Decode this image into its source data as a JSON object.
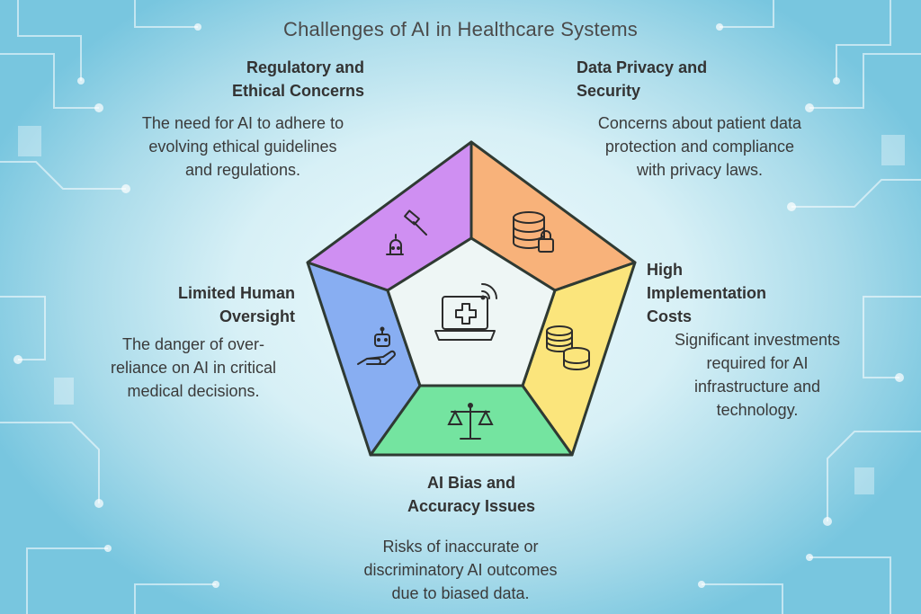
{
  "title": "Challenges of AI in Healthcare Systems",
  "segments": [
    {
      "id": "regulatory",
      "heading": [
        "Regulatory and",
        "Ethical Concerns"
      ],
      "description": [
        "The need for AI to adhere to",
        "evolving ethical guidelines",
        "and regulations."
      ],
      "color": "#cf8ff2",
      "icon": "gavel-robot-icon"
    },
    {
      "id": "privacy",
      "heading": [
        "Data Privacy and",
        "Security"
      ],
      "description": [
        "Concerns about patient data",
        "protection and compliance",
        "with privacy laws."
      ],
      "color": "#f8b27a",
      "icon": "database-lock-icon"
    },
    {
      "id": "costs",
      "heading": [
        "High",
        "Implementation",
        "Costs"
      ],
      "description": [
        "Significant investments",
        "required for AI",
        "infrastructure and",
        "technology."
      ],
      "color": "#fbe57c",
      "icon": "coins-icon"
    },
    {
      "id": "bias",
      "heading": [
        "AI Bias and",
        "Accuracy Issues"
      ],
      "description": [
        "Risks of inaccurate or",
        "discriminatory AI outcomes",
        "due to biased data."
      ],
      "color": "#74e4a0",
      "icon": "scales-icon"
    },
    {
      "id": "oversight",
      "heading": [
        "Limited Human",
        "Oversight"
      ],
      "description": [
        "The danger of over-",
        "reliance on AI in critical",
        "medical decisions."
      ],
      "color": "#88aef2",
      "icon": "robot-hand-icon"
    }
  ],
  "center": {
    "icon": "laptop-medical-wifi-icon",
    "color": "#eef6f5"
  }
}
